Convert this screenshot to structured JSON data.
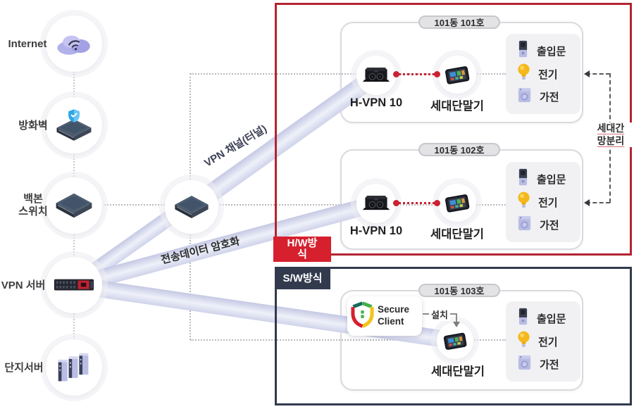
{
  "diagram": {
    "left_nodes": [
      {
        "id": "internet",
        "label": "Internet"
      },
      {
        "id": "firewall",
        "label": "방화벽"
      },
      {
        "id": "backbone-switch",
        "label": "백본\n스위치"
      },
      {
        "id": "vpn-server",
        "label": "VPN 서버"
      },
      {
        "id": "complex-server",
        "label": "단지서버"
      }
    ],
    "beam_labels": {
      "vpn_channel": "VPN 채널(터널)",
      "encryption": "전송데이터 암호화"
    },
    "sections": {
      "hw_tag": "H/W방식",
      "sw_tag": "S/W방식"
    },
    "units": [
      {
        "title": "101동 101호",
        "device": "H-VPN 10",
        "terminal": "세대단말기",
        "appliances": [
          {
            "label": "출입문"
          },
          {
            "label": "전기"
          },
          {
            "label": "가전"
          }
        ]
      },
      {
        "title": "101동 102호",
        "device": "H-VPN 10",
        "terminal": "세대단말기",
        "appliances": [
          {
            "label": "출입문"
          },
          {
            "label": "전기"
          },
          {
            "label": "가전"
          }
        ]
      },
      {
        "title": "101동 103호",
        "client": "Secure Client",
        "install": "설치",
        "terminal": "세대단말기",
        "appliances": [
          {
            "label": "출입문"
          },
          {
            "label": "전기"
          },
          {
            "label": "가전"
          }
        ]
      }
    ],
    "annotations": {
      "separation": "세대간\n망분리"
    },
    "colors": {
      "hw_border": "#b32431",
      "hw_tag": "#d6202e",
      "sw_navy": "#323a4d",
      "link_red": "#cb2133",
      "beam": "#ccd0e8"
    }
  }
}
